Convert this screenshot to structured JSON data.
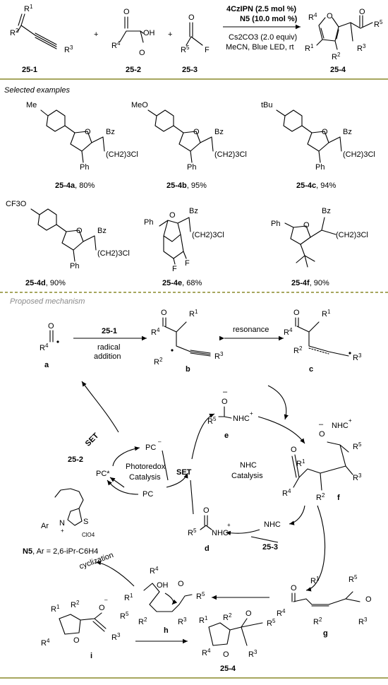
{
  "reaction": {
    "reagents_line1": "4CzIPN (2.5 mol %)",
    "reagents_line2": "N5 (10.0 mol %)",
    "conditions_line1": "Cs2CO3 (2.0 equiv)",
    "conditions_line2": "MeCN, Blue LED, rt",
    "compound_1": "25-1",
    "compound_2": "25-2",
    "compound_3": "25-3",
    "product": "25-4",
    "plus": "+"
  },
  "examples": {
    "heading": "Selected examples",
    "items": [
      {
        "id": "25-4a",
        "yield": ", 80%",
        "substituent": "Me"
      },
      {
        "id": "25-4b",
        "yield": ", 95%",
        "substituent": "MeO"
      },
      {
        "id": "25-4c",
        "yield": ", 94%",
        "substituent": "tBu"
      },
      {
        "id": "25-4d",
        "yield": ", 90%",
        "substituent": "CF3O"
      },
      {
        "id": "25-4e",
        "yield": ", 68%",
        "substituent": "F"
      },
      {
        "id": "25-4f",
        "yield": ", 90%",
        "substituent": "tBu"
      }
    ],
    "bz": "Bz",
    "chain": "(CH2)3Cl",
    "ph": "Ph"
  },
  "mechanism": {
    "heading": "Proposed mechanism",
    "radical_addition_reagent": "25-1",
    "radical_addition_1": "radical",
    "radical_addition_2": "addition",
    "resonance": "resonance",
    "photoredox_1": "Photoredox",
    "photoredox_2": "Catalysis",
    "nhc_1": "NHC",
    "nhc_2": "Catalysis",
    "set": "SET",
    "pc": "PC",
    "pc_star": "PC*",
    "nhc": "NHC",
    "reagent_25_2": "25-2",
    "reagent_25_3": "25-3",
    "cyclization": "cyclization",
    "n5_label": "N5",
    "n5_ar": ", Ar = 2,6-iPr-C6H4",
    "clo4": "ClO4",
    "labels": {
      "a": "a",
      "b": "b",
      "c": "c",
      "d": "d",
      "e": "e",
      "f": "f",
      "g": "g",
      "h": "h",
      "i": "i"
    },
    "final_product": "25-4"
  },
  "colors": {
    "divider": "#8a8a2a",
    "text": "#000000",
    "heading": "#8a8a8a"
  }
}
